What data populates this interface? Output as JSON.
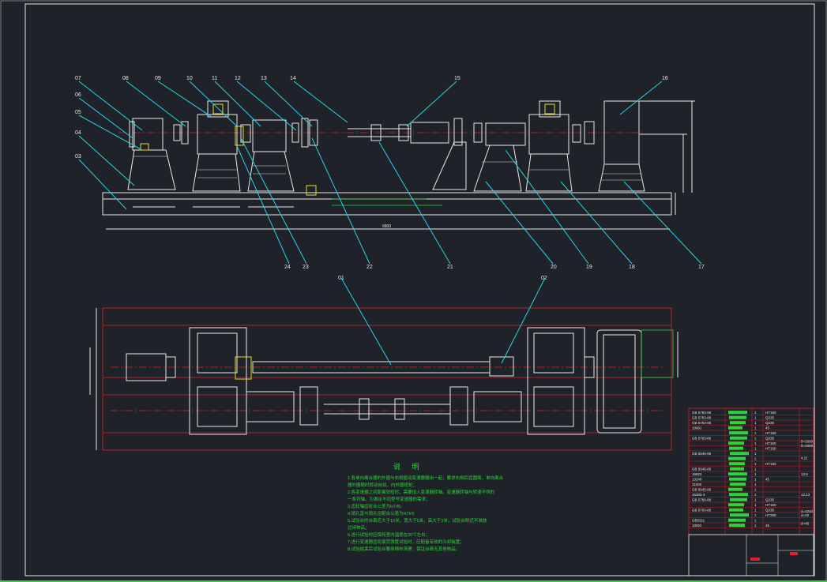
{
  "colors": {
    "background": "#1f2228",
    "outline": "#e8e8e8",
    "centerline": "#e0202a",
    "leader": "#22d6e6",
    "note": "#2bd63a",
    "dimension": "#e6e6e6"
  },
  "part_labels": [
    "07",
    "06",
    "05",
    "04",
    "03",
    "08",
    "09",
    "10",
    "11",
    "12",
    "13",
    "14",
    "15",
    "16",
    "17",
    "18",
    "19",
    "20",
    "21",
    "22",
    "23",
    "24",
    "01",
    "02"
  ],
  "dimensions": {
    "overall_length": "6800"
  },
  "notes": {
    "title": "说 明",
    "lines": [
      "1.各单向离合器的外圈与右侧驱动变速器输出一起，要求右侧后齿圆面，单向离合",
      "   器外圈随时转动自如，内外圈扭矩；",
      "2.各变速器之间距离较短时，需要加入变速器转轴。变速器转轴与转速不得的",
      "   一系列轴。为满足不同型号变速器的需求；",
      "3.齿轮轴齿轮合公差为H7/f6;",
      "4.销孔直与销孔径配合公差为H7/r6;",
      "5.试验台的台面应大于10米，宽大于5米，高大于3米，试验台附近不准放",
      "   过闲物品；",
      "6.进行试验时应保持室内温度在20℃左右；",
      "7.进行变速器齿轮疲劳强度试验时，应配备有效的冷却装置；",
      "8.试验结束后试验台要用棉布清理，保证台面无其他物品。"
    ]
  },
  "parts_table": {
    "rows": [
      {
        "code": "GB 5783-86",
        "material": "HT150"
      },
      {
        "code": "GB 5783-86",
        "material": "Q235"
      },
      {
        "code": "GB 5783-86",
        "material": "Q235"
      },
      {
        "code": "1000J",
        "material": "45"
      },
      {
        "code": "",
        "material": "HT150"
      },
      {
        "code": "GB 5783-86",
        "material": "Q235"
      },
      {
        "code": "",
        "material": "HT150"
      },
      {
        "code": "",
        "material": "HT150"
      },
      {
        "code": "GB 5645-86",
        "material": ""
      },
      {
        "code": "",
        "material": ""
      },
      {
        "code": "",
        "material": "HT150"
      },
      {
        "code": "GB 5645-86",
        "material": ""
      },
      {
        "code": "16822",
        "material": ""
      },
      {
        "code": "13240",
        "material": "45"
      },
      {
        "code": "11000",
        "material": ""
      },
      {
        "code": "GB 5645-86",
        "material": ""
      },
      {
        "code": "45300-3",
        "material": ""
      },
      {
        "code": "GB 5789-86",
        "material": "Q235"
      },
      {
        "code": "",
        "material": "HT150"
      },
      {
        "code": "GB 5783-86",
        "material": "Q235"
      },
      {
        "code": "",
        "material": "HT200"
      },
      {
        "code": "GB5311",
        "material": ""
      },
      {
        "code": "10001",
        "material": "45"
      }
    ],
    "remarks": [
      "δ=2000",
      "δ=2000",
      "4,11",
      "13.5",
      "12,13",
      "d=4240",
      "d=40",
      "d=45"
    ]
  }
}
